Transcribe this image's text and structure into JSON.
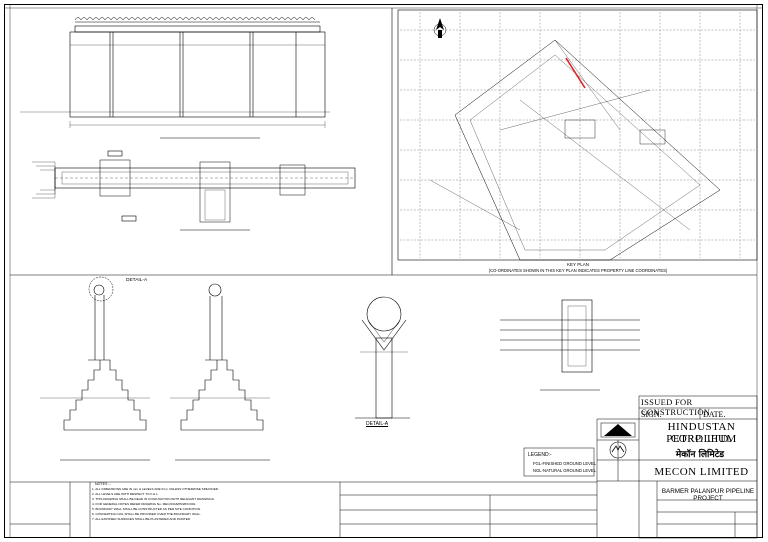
{
  "title_block": {
    "status": "ISSUED FOR CONSTRUCTION",
    "sign_label": "SIGN.",
    "date_label": "DATE.",
    "client_line1": "HINDUSTAN PETROLEUM",
    "client_line2": "CORP. LTD.",
    "consultant_hindi": "मेकॉन लिमिटेड",
    "consultant": "MECON LIMITED",
    "project_line1": "BARMER PALANPUR PIPELINE",
    "project_line2": "PROJECT"
  },
  "key_plan": {
    "title": "KEY PLAN",
    "note": "(CO-ORDINATES SHOWN IN THIS KEY PLAN INDICATES PROPERTY LINE COORDINATES)"
  },
  "legend": {
    "title": "LEGEND:-",
    "item1": "FGL-FINISHED GROUND LEVEL",
    "item2": "NGL-NATURAL GROUND LEVEL"
  },
  "details": {
    "callout": "DETAIL-A",
    "title": "DETAIL-A"
  },
  "notes": {
    "header": "NOTES :-",
    "lines": [
      "1. ALL DIMENSIONS ARE IN mm & LEVELS ARE IN m UNLESS OTHERWISE SPECIFIED.",
      "2. ALL LEVELS ARE WITH RESPECT TO F.G.L.",
      "3. THIS DRAWING SHALL BE READ IN CONJUNCTION WITH RELEVANT DRAWINGS.",
      "4. FOR GENERAL NOTES REFER DRAWING No. MEC/23A6/05/28/C/001.",
      "5. BOUNDARY WALL SHALL BE CONSTRUCTED AS PER SITE CONDITION.",
      "6. CONCERTINA COIL SHALL BE PROVIDED OVER THE BOUNDARY WALL.",
      "7. ALL EXPOSED SURFACES SHALL BE PLASTERED AND PAINTED."
    ]
  },
  "colors": {
    "line": "#000000",
    "grid": "#555555",
    "highlight": "#e02020",
    "paper": "#ffffff"
  },
  "icons": [
    "north-arrow-icon",
    "hpcl-logo-icon",
    "mecon-logo-icon"
  ]
}
